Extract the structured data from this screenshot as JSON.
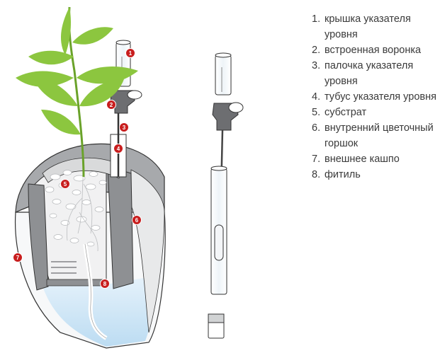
{
  "legend": [
    {
      "num": "1.",
      "text": "крышка указателя уровня"
    },
    {
      "num": "2.",
      "text": "встроенная воронка"
    },
    {
      "num": "3.",
      "text": "палочка указателя уровня"
    },
    {
      "num": "4.",
      "text": "тубус указателя уровня"
    },
    {
      "num": "5.",
      "text": "субстрат"
    },
    {
      "num": "6.",
      "text": "внутренний цветочный горшок"
    },
    {
      "num": "7.",
      "text": "внешнее кашпо"
    },
    {
      "num": "8.",
      "text": "фитиль"
    }
  ],
  "markers": [
    "1",
    "2",
    "3",
    "4",
    "5",
    "6",
    "7",
    "8"
  ],
  "colors": {
    "badge": "#c81e1e",
    "leaf": "#8cc63f",
    "leaf_vein": "#6aa22a",
    "pot_gray": "#a7a9ac",
    "pot_dark": "#6d6e71",
    "water": "#cfe6f7",
    "outline": "#333333"
  }
}
